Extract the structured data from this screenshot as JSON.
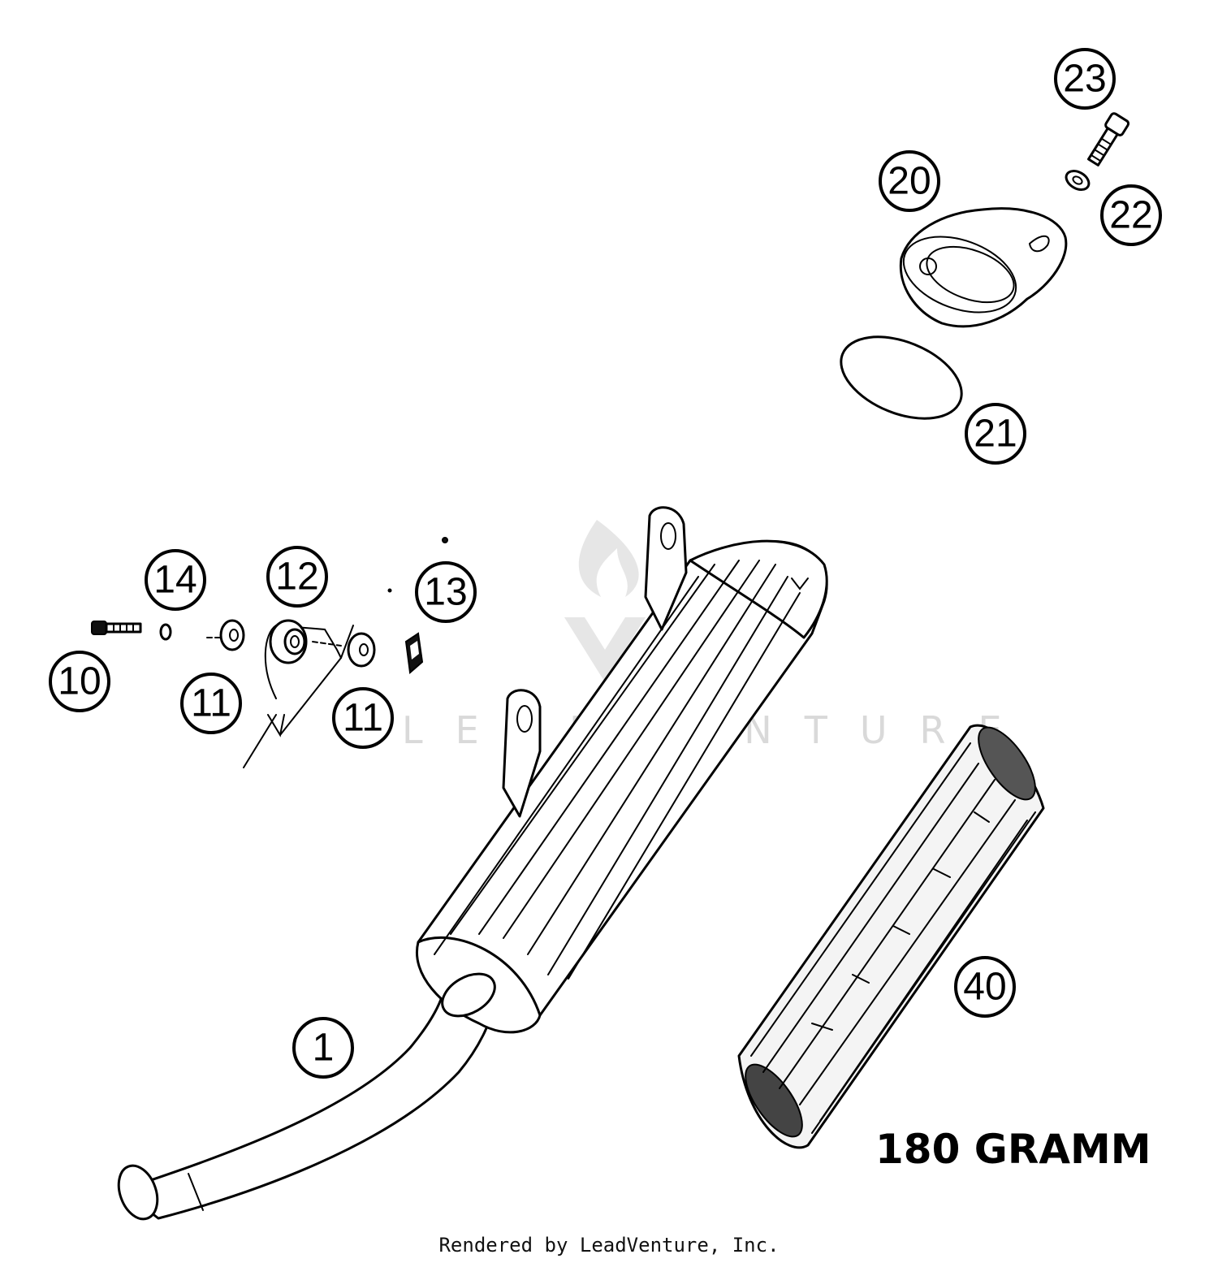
{
  "watermark": {
    "text": "LEADVENTURE"
  },
  "callouts": [
    {
      "label": "23"
    },
    {
      "label": "20"
    },
    {
      "label": "22"
    },
    {
      "label": "21"
    },
    {
      "label": "14"
    },
    {
      "label": "12"
    },
    {
      "label": "13"
    },
    {
      "label": "10"
    },
    {
      "label": "11"
    },
    {
      "label": "11"
    },
    {
      "label": "1"
    },
    {
      "label": "40"
    }
  ],
  "weight_note": "180 GRAMM",
  "footer": "Rendered by LeadVenture, Inc."
}
